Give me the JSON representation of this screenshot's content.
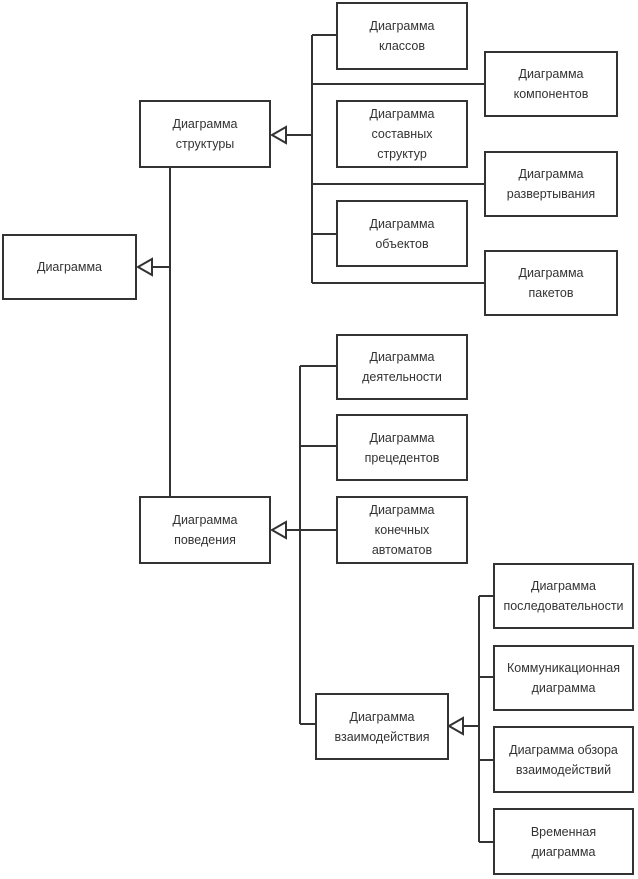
{
  "diagram": {
    "root": "Диаграмма",
    "structure": {
      "label": "Диаграмма\nструктуры",
      "children": [
        "Диаграмма\nклассов",
        "Диаграмма\nкомпонентов",
        "Диаграмма\nсоставных\nструктур",
        "Диаграмма\nразвертывания",
        "Диаграмма\nобъектов",
        "Диаграмма\nпакетов"
      ]
    },
    "behavior": {
      "label": "Диаграмма\nповедения",
      "children": [
        "Диаграмма\nдеятельности",
        "Диаграмма\nпрецедентов",
        "Диаграмма\nконечных\nавтоматов"
      ],
      "interaction": {
        "label": "Диаграмма\nвзаимодействия",
        "children": [
          "Диаграмма\nпоследовательности",
          "Коммуникационная\nдиаграмма",
          "Диаграмма обзора\nвзаимодействий",
          "Временная\nдиаграмма"
        ]
      }
    }
  }
}
